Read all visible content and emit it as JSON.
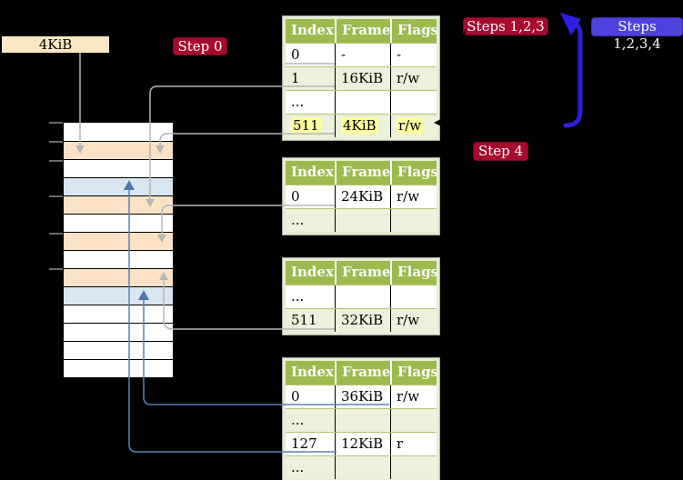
{
  "diagram_title": "page-table-translation-diagram",
  "colors": {
    "background": "#000000",
    "table_header_green": "#9cba4e",
    "table_alt_row_green": "#ebf1da",
    "table_margin_green": "#e6edd2",
    "highlight_yellow": "#ffff9e",
    "memory_orange": "#fbe2c5",
    "memory_blue": "#d8e5f3",
    "legend_wheat": "#fbe8c3",
    "step_label_red": "#a60b2e",
    "step_label_blue": "#4d42dc",
    "loop_arrow_blue": "#2d1fe0",
    "connector_gray": "#b5b5b5",
    "connector_blue": "#5b81b8"
  },
  "legend": {
    "label": "4KiB"
  },
  "steps": {
    "step0": "Step 0",
    "steps123": "Steps 1,2,3",
    "steps1234": "Steps 1,2,3,4",
    "step4": "Step 4"
  },
  "tables": [
    {
      "id": "level-1",
      "headers": [
        "Index",
        "Frame",
        "Flags"
      ],
      "rows": [
        {
          "index": "0",
          "frame": "-",
          "flags": "-",
          "highlight": false
        },
        {
          "index": "1",
          "frame": "16KiB",
          "flags": "r/w",
          "highlight": false
        },
        {
          "index": "...",
          "frame": "",
          "flags": "",
          "highlight": false
        },
        {
          "index": "511",
          "frame": "4KiB",
          "flags": "r/w",
          "highlight": true
        }
      ]
    },
    {
      "id": "level-2",
      "headers": [
        "Index",
        "Frame",
        "Flags"
      ],
      "rows": [
        {
          "index": "0",
          "frame": "24KiB",
          "flags": "r/w",
          "highlight": false
        },
        {
          "index": "...",
          "frame": "",
          "flags": "",
          "highlight": false
        }
      ]
    },
    {
      "id": "level-3",
      "headers": [
        "Index",
        "Frame",
        "Flags"
      ],
      "rows": [
        {
          "index": "...",
          "frame": "",
          "flags": "",
          "highlight": false
        },
        {
          "index": "511",
          "frame": "32KiB",
          "flags": "r/w",
          "highlight": false
        }
      ]
    },
    {
      "id": "level-4",
      "headers": [
        "Index",
        "Frame",
        "Flags"
      ],
      "rows": [
        {
          "index": "0",
          "frame": "36KiB",
          "flags": "r/w",
          "highlight": false
        },
        {
          "index": "...",
          "frame": "",
          "flags": "",
          "highlight": false
        },
        {
          "index": "127",
          "frame": "12KiB",
          "flags": "r",
          "highlight": false
        },
        {
          "index": "...",
          "frame": "",
          "flags": "",
          "highlight": false
        }
      ]
    }
  ],
  "memory": {
    "rows": [
      "white",
      "orange",
      "white",
      "blue",
      "orange",
      "white",
      "orange",
      "white",
      "orange",
      "blue",
      "white",
      "white",
      "white",
      "white"
    ]
  }
}
